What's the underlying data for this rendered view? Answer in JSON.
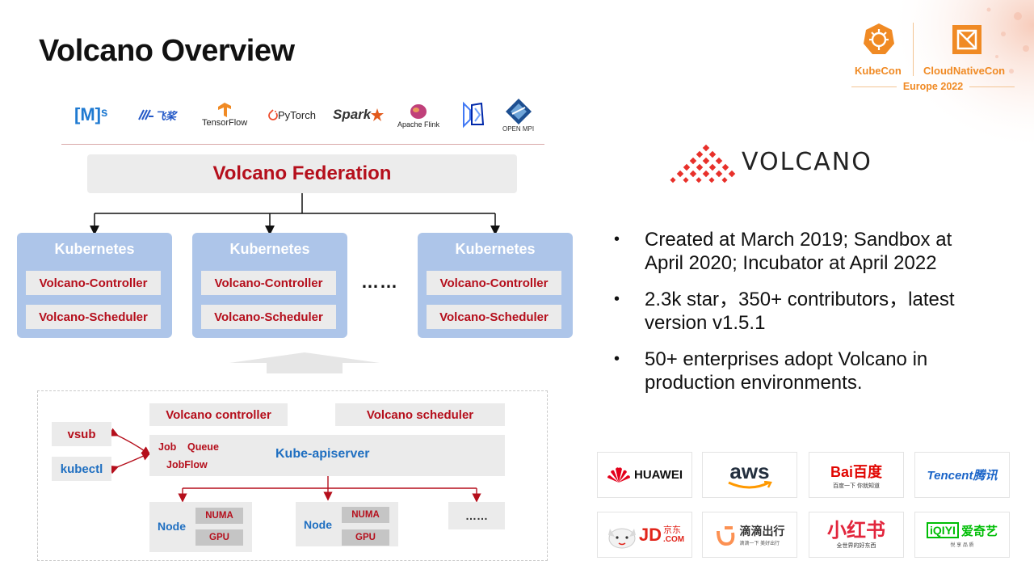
{
  "slide": {
    "title": "Volcano Overview"
  },
  "event": {
    "kubecon": "KubeCon",
    "cloudnativecon": "CloudNativeCon",
    "edition": "Europe 2022"
  },
  "frameworks": {
    "mindspore": "[M]ˢ",
    "paddle": "飞桨",
    "tensorflow": "TensorFlow",
    "pytorch": "PyTorch",
    "spark": "Spark",
    "flink": "Apache Flink",
    "openmpi": "OPEN MPI"
  },
  "diagram": {
    "federation": "Volcano Federation",
    "clusters": [
      {
        "title": "Kubernetes",
        "controller": "Volcano-Controller",
        "scheduler": "Volcano-Scheduler"
      },
      {
        "title": "Kubernetes",
        "controller": "Volcano-Controller",
        "scheduler": "Volcano-Scheduler"
      },
      {
        "title": "Kubernetes",
        "controller": "Volcano-Controller",
        "scheduler": "Volcano-Scheduler"
      }
    ],
    "cluster_ellipsis": "……",
    "detail": {
      "controller": "Volcano controller",
      "scheduler": "Volcano scheduler",
      "apiserver": "Kube-apiserver",
      "job": "Job",
      "queue": "Queue",
      "jobflow": "JobFlow",
      "vsub": "vsub",
      "kubectl": "kubectl",
      "nodes": [
        {
          "label": "Node",
          "chip1": "NUMA",
          "chip2": "GPU"
        },
        {
          "label": "Node",
          "chip1": "NUMA",
          "chip2": "GPU"
        }
      ],
      "node_ellipsis": "……"
    }
  },
  "volcano_logo": {
    "wordmark": "VOLCANO"
  },
  "bullets": [
    "Created at March 2019; Sandbox at April 2020; Incubator at April 2022",
    "2.3k star，350+ contributors，latest version v1.5.1",
    "50+ enterprises adopt Volcano in production environments."
  ],
  "partners": {
    "huawei": "HUAWEI",
    "aws": "aws",
    "baidu": "Bai百度",
    "baidu_sub": "百度一下 你就知道",
    "tencent": "Tencent腾讯",
    "jd": "JD",
    "jd_cn": "京东",
    "jd_com": ".COM",
    "didi": "滴滴出行",
    "didi_sub": "滴滴一下 美好出行",
    "xiaohongshu": "小红书",
    "xiaohongshu_sub": "全世界的好东西",
    "iqiyi": "iQIYI",
    "iqiyi_cn": "爱奇艺",
    "iqiyi_sub": "悦 享 品 质"
  },
  "colors": {
    "accent_red": "#b50f1c",
    "accent_blue": "#1f6fc1",
    "cluster_blue": "#adc5e9",
    "kubecon_orange": "#f08a24"
  }
}
